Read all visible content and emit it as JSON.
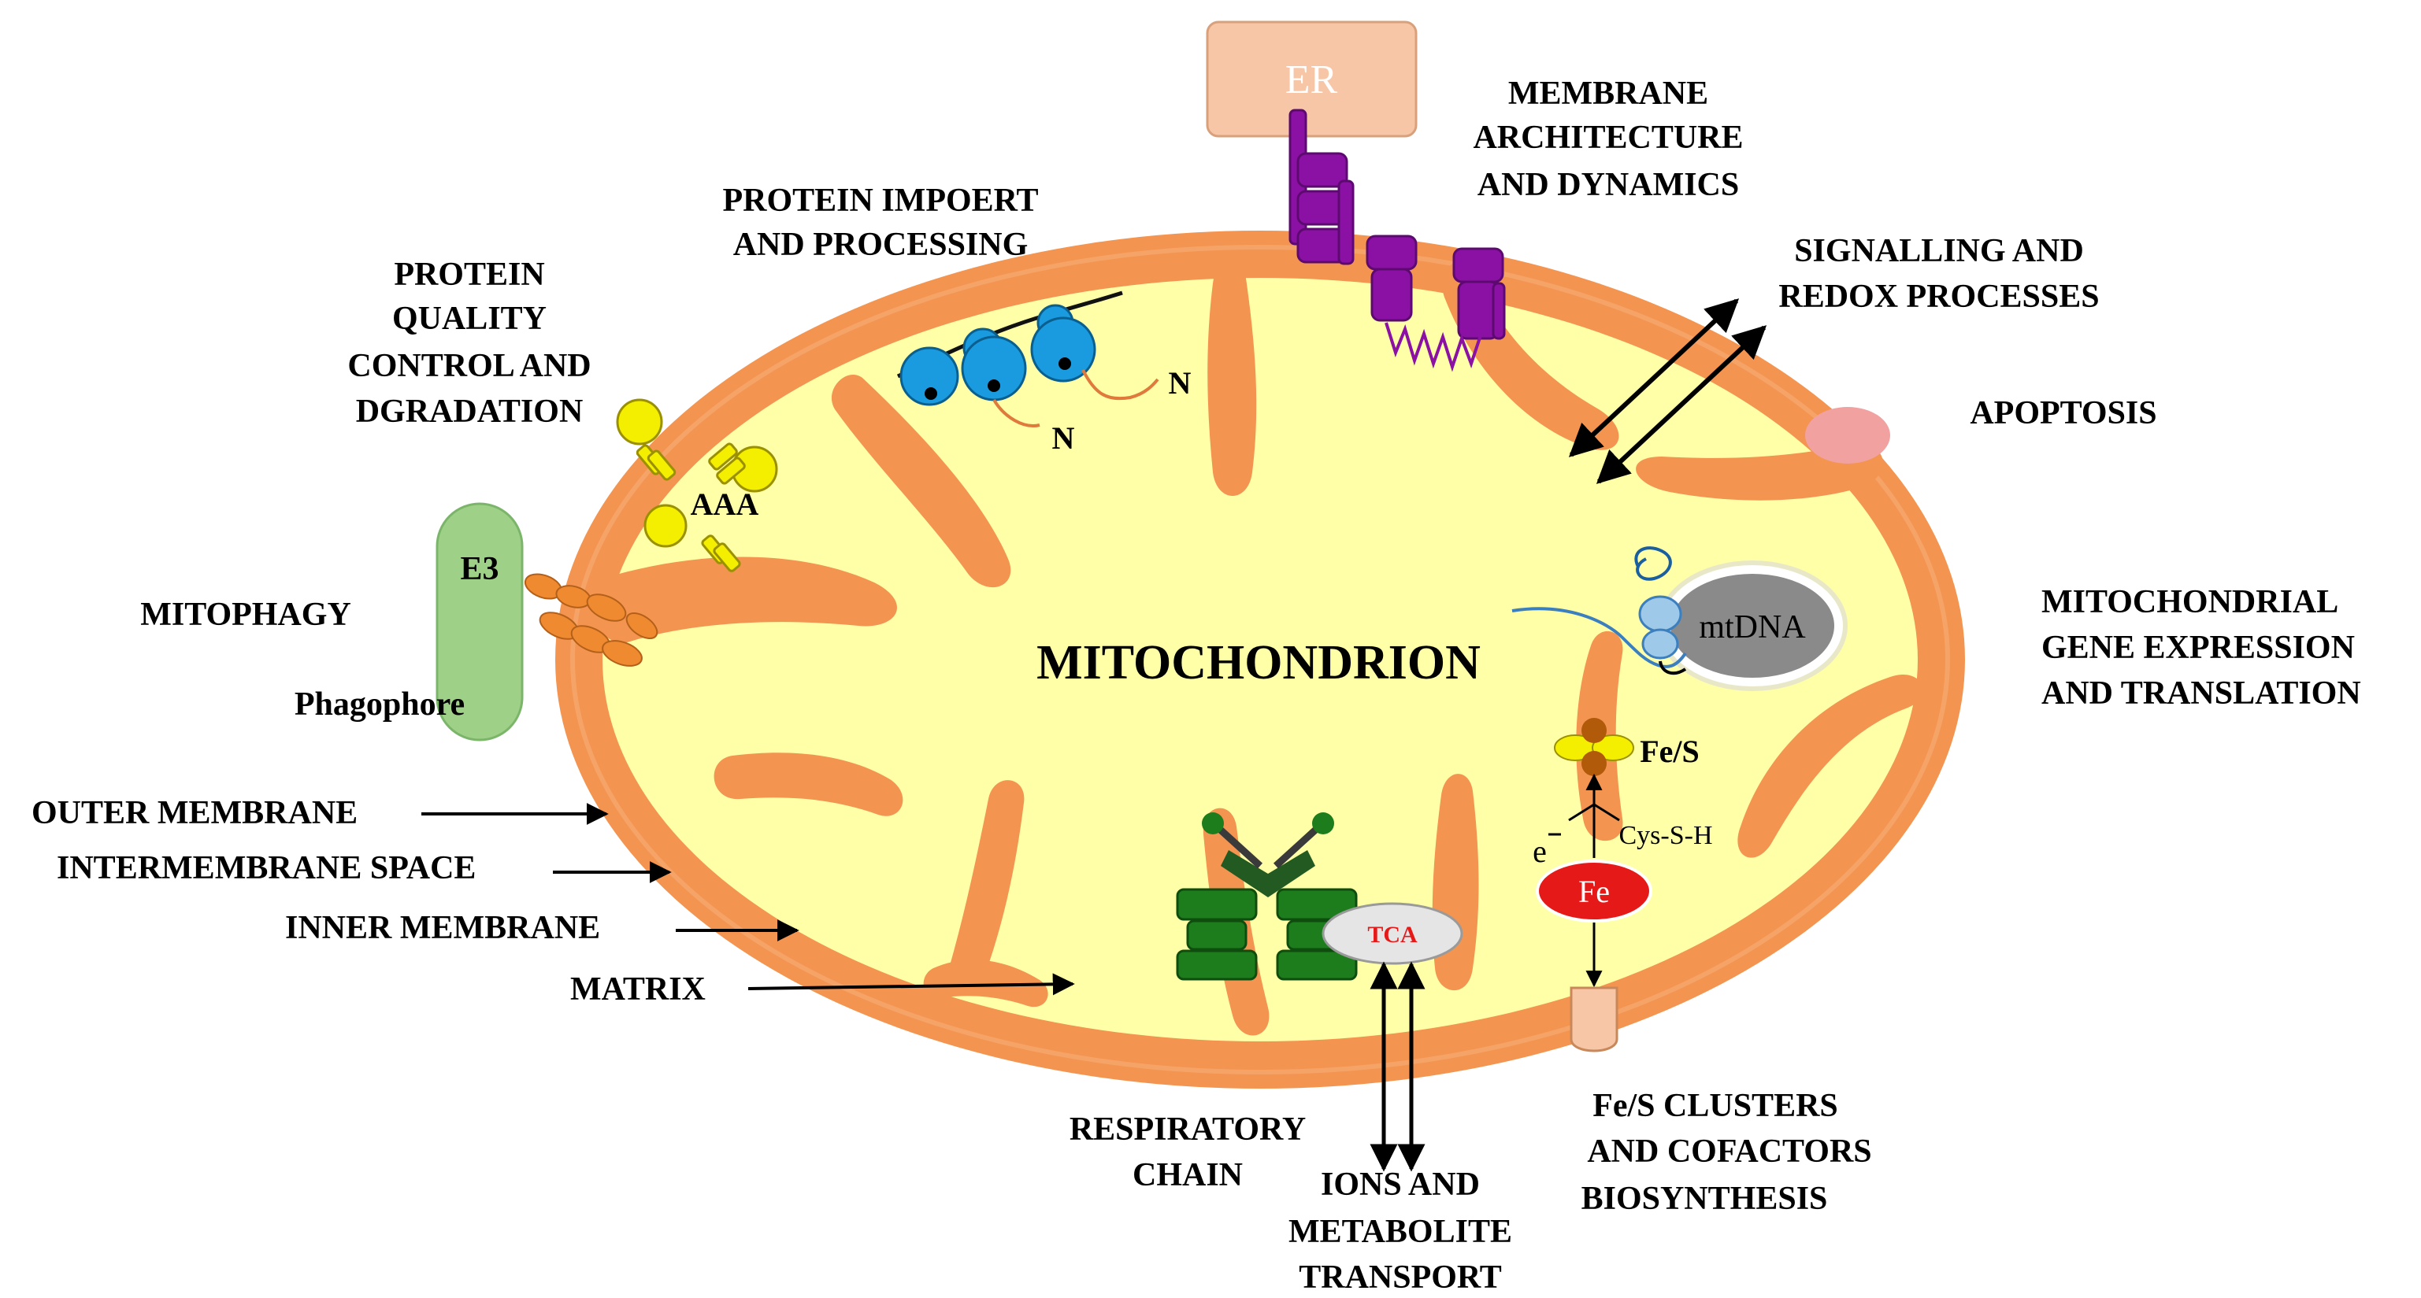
{
  "colors": {
    "outer_membrane": "#f39450",
    "matrix": "#ffffa8",
    "er_box": "#f7c6a6",
    "purple_protein": "#8a11a3",
    "blue_protein": "#1a9be0",
    "yellow_protein": "#f4ef00",
    "green_complex": "#1d7d1d",
    "fe_red": "#e61919",
    "apoptosis_pink": "#f2a1a1",
    "phagophore_green": "#9fd088",
    "mtdna_gray": "#8a8a8a"
  },
  "organelle": {
    "title": "MITOCHONDRION",
    "er_label": "ER",
    "mtdna_label": "mtDNA",
    "e3_label": "E3",
    "aaa_label": "AAA",
    "n_label_1": "N",
    "n_label_2": "N",
    "tca_label": "TCA",
    "fes_label": "Fe/S",
    "fe_label": "Fe",
    "cys_label": "Cys-S-H",
    "electron_label": "e"
  },
  "labels": {
    "membrane_arch": [
      "MEMBRANE",
      "ARCHITECTURE",
      "AND DYNAMICS"
    ],
    "protein_import": [
      "PROTEIN IMPOERT",
      "AND PROCESSING"
    ],
    "protein_quality": [
      "PROTEIN",
      "QUALITY",
      "CONTROL AND",
      "DGRADATION"
    ],
    "signalling": [
      "SIGNALLING AND",
      "REDOX PROCESSES"
    ],
    "apoptosis": "APOPTOSIS",
    "mitophagy": "MITOPHAGY",
    "phagophore": "Phagophore",
    "gene_expression": [
      "MITOCHONDRIAL",
      "GENE EXPRESSION",
      "AND TRANSLATION"
    ],
    "outer_membrane": "OUTER MEMBRANE",
    "intermembrane_space": "INTERMEMBRANE SPACE",
    "inner_membrane": "INNER MEMBRANE",
    "matrix": "MATRIX",
    "respiratory_chain": [
      "RESPIRATORY",
      "CHAIN"
    ],
    "ions_metabolite": [
      "IONS AND",
      "METABOLITE",
      "TRANSPORT"
    ],
    "fes_clusters": [
      "Fe/S CLUSTERS",
      "AND COFACTORS",
      "BIOSYNTHESIS"
    ]
  }
}
